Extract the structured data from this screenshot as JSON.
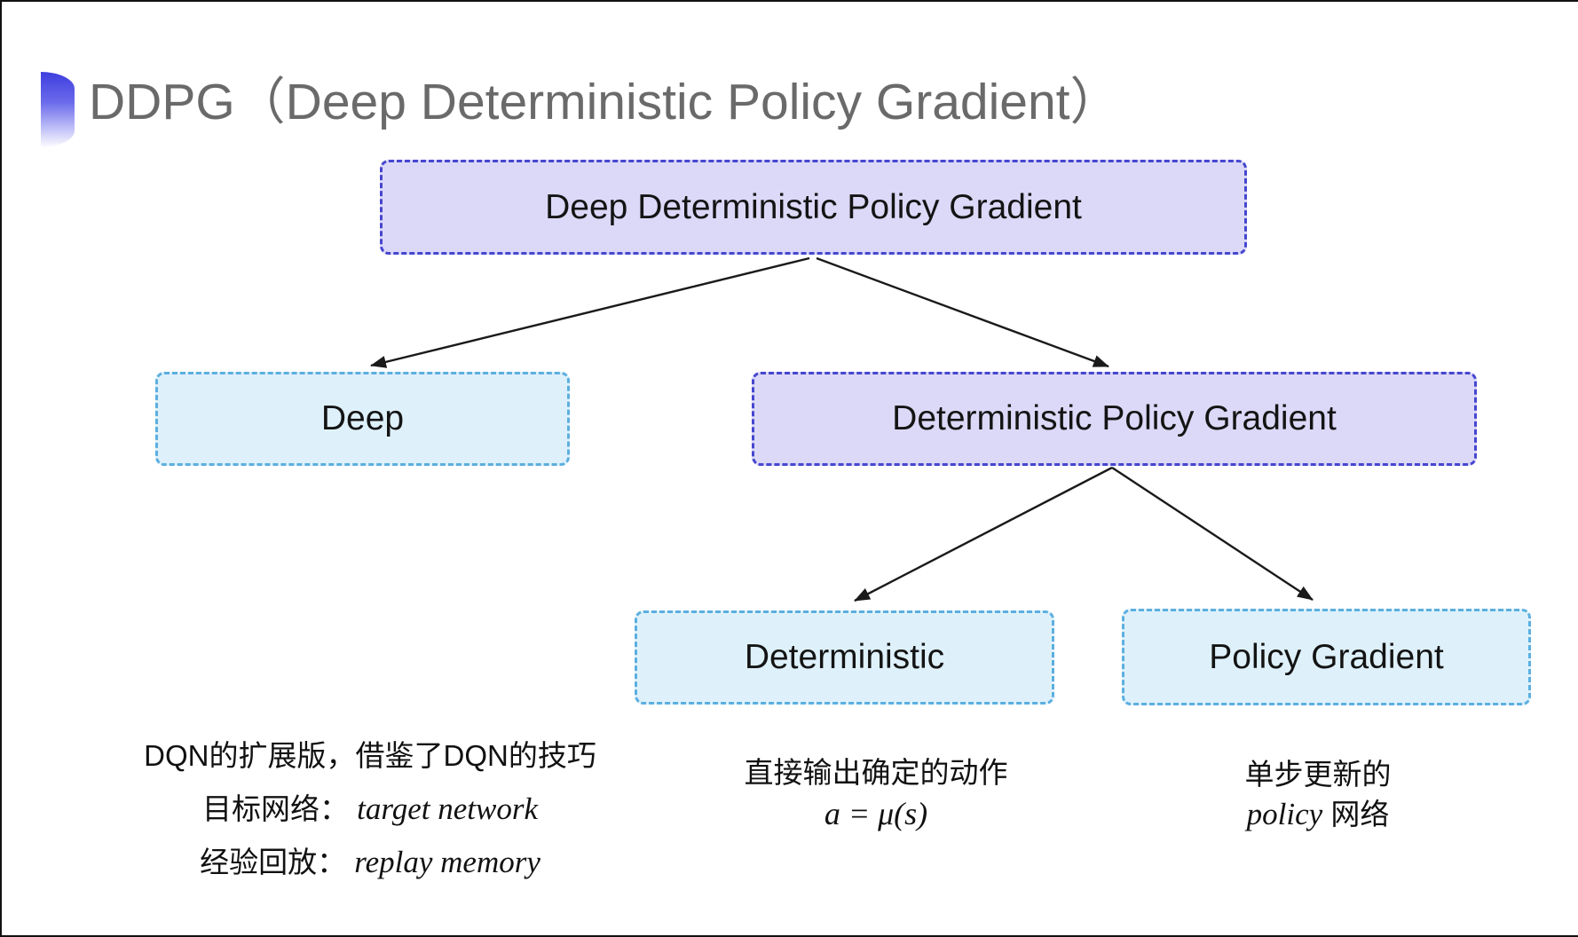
{
  "page": {
    "title": "DDPG（Deep Deterministic Policy Gradient）"
  },
  "colors": {
    "title_text": "#6a6a6a",
    "bullet_blue": "#3e3edf",
    "purple_fill": "#dcd8f7",
    "purple_border": "#4547cf",
    "blue_fill": "#def1fb",
    "blue_border": "#5cafe0",
    "arrow": "#1a1a1a",
    "label_text": "#141414"
  },
  "diagram": {
    "nodes": [
      {
        "id": "root",
        "label": "Deep Deterministic Policy Gradient",
        "variant": "purple"
      },
      {
        "id": "deep",
        "label": "Deep",
        "variant": "blue"
      },
      {
        "id": "dpg",
        "label": "Deterministic Policy Gradient",
        "variant": "purple"
      },
      {
        "id": "deterministic",
        "label": "Deterministic",
        "variant": "blue"
      },
      {
        "id": "policy-gradient",
        "label": "Policy Gradient",
        "variant": "blue"
      }
    ],
    "edges": [
      {
        "from": "root",
        "to": "deep"
      },
      {
        "from": "root",
        "to": "dpg"
      },
      {
        "from": "dpg",
        "to": "deterministic"
      },
      {
        "from": "dpg",
        "to": "policy-gradient"
      }
    ]
  },
  "annotations": {
    "left": {
      "line1": "DQN的扩展版，借鉴了DQN的技巧",
      "line2_label": "目标网络：",
      "line2_value": "target network",
      "line3_label": "经验回放：",
      "line3_value": "replay memory"
    },
    "middle": {
      "line1": "直接输出确定的动作",
      "formula": "a = μ(s)"
    },
    "right": {
      "line1": "单步更新的",
      "line2_italic": "policy",
      "line2_rest": " 网络"
    }
  }
}
